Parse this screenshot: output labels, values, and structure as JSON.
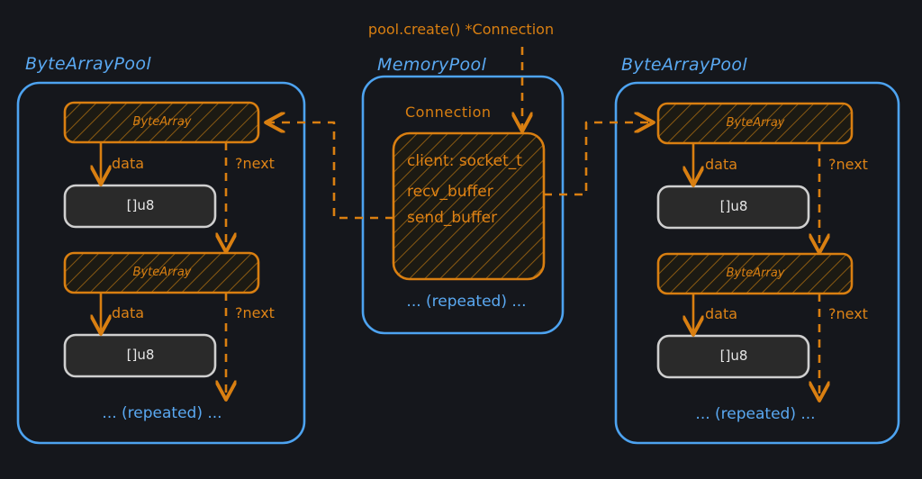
{
  "theme": {
    "background": "#15171c",
    "pool_border": "#4da3f0",
    "struct_border": "#d97f11",
    "struct_fill": "#1d1b14",
    "hatch": "#8a5a12",
    "arrow": "#d97f11",
    "plain_border": "#cfcfcf",
    "plain_fill": "#2a2a2a",
    "text_blue": "#5aa9f2",
    "text_orange": "#d97f11",
    "text_light": "#e6e6e6"
  },
  "annotations": {
    "create_call": "pool.create() *Connection"
  },
  "pools": [
    {
      "id": "left",
      "title": "ByteArrayPool",
      "footer": "... (repeated) ...",
      "entries": [
        {
          "struct_name": "ByteArray",
          "data_label": "data",
          "data_type": "[]u8",
          "next_label": "?next"
        },
        {
          "struct_name": "ByteArray",
          "data_label": "data",
          "data_type": "[]u8",
          "next_label": "?next"
        }
      ]
    },
    {
      "id": "center",
      "title": "MemoryPool",
      "footer": "... (repeated) ...",
      "struct_title": "Connection",
      "fields": [
        "client: socket_t",
        "recv_buffer",
        "send_buffer"
      ]
    },
    {
      "id": "right",
      "title": "ByteArrayPool",
      "footer": "... (repeated) ...",
      "entries": [
        {
          "struct_name": "ByteArray",
          "data_label": "data",
          "data_type": "[]u8",
          "next_label": "?next"
        },
        {
          "struct_name": "ByteArray",
          "data_label": "data",
          "data_type": "[]u8",
          "next_label": "?next"
        }
      ]
    }
  ],
  "edges": [
    {
      "name": "create-arrow",
      "from": "pool.create() *Connection",
      "to": "Connection"
    },
    {
      "name": "recv-buffer-link",
      "from": "recv_buffer",
      "to": "right ByteArray"
    },
    {
      "name": "send-buffer-link",
      "from": "send_buffer",
      "to": "left ByteArray"
    }
  ]
}
